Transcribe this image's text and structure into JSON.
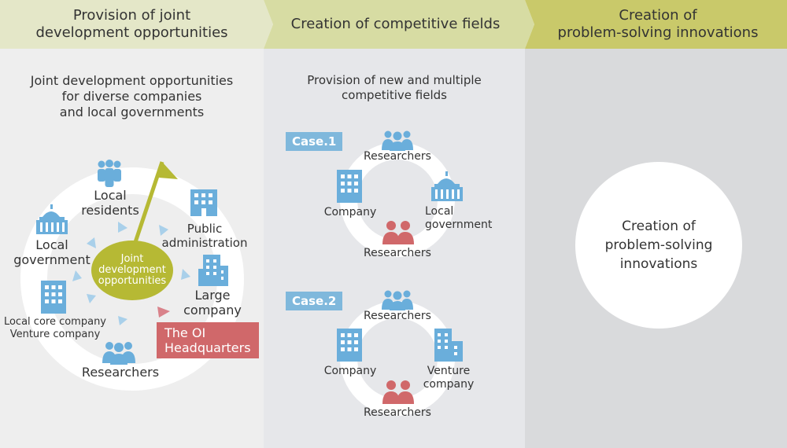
{
  "header": {
    "step1": [
      "Provision of joint",
      "development opportunities"
    ],
    "step2": [
      "Creation of competitive fields"
    ],
    "step3": [
      "Creation of",
      "problem-solving innovations"
    ]
  },
  "left": {
    "title": [
      "Joint development opportunities",
      "for diverse companies",
      "and local governments"
    ],
    "center": [
      "Joint",
      "development",
      "opportunities"
    ],
    "local_residents": [
      "Local",
      "residents"
    ],
    "public_admin": [
      "Public",
      "administration"
    ],
    "local_gov": [
      "Local",
      "government"
    ],
    "large_company": [
      "Large",
      "company"
    ],
    "local_core": [
      "Local core company",
      "Venture company"
    ],
    "researchers": "Researchers",
    "oi_hq": [
      "The OI",
      "Headquarters"
    ]
  },
  "middle": {
    "title": [
      "Provision of new and multiple",
      "competitive fields"
    ],
    "case1": {
      "badge": "Case.1",
      "top": "Researchers",
      "left": "Company",
      "right": [
        "Local",
        "government"
      ],
      "bottom": "Researchers"
    },
    "case2": {
      "badge": "Case.2",
      "top": "Researchers",
      "left": "Company",
      "right": [
        "Venture",
        "company"
      ],
      "bottom": "Researchers"
    }
  },
  "right": {
    "circle": [
      "Creation of",
      "problem-solving",
      "innovations"
    ]
  },
  "colors": {
    "header1": "#e4e7c8",
    "header2": "#d7dca3",
    "header3": "#c9c96a",
    "panel1": "#eeeeee",
    "panel2": "#e6e7ea",
    "panel3": "#d9dadc",
    "icon_blue": "#6aaedb",
    "icon_red": "#d0686a",
    "oval": "#b6b934",
    "badge": "#7fb8dc"
  }
}
